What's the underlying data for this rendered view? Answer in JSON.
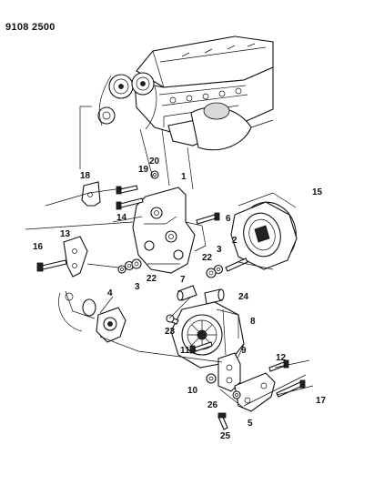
{
  "doc_id": "9108 2500",
  "callouts": {
    "c1": "1",
    "c2": "2",
    "c3a": "3",
    "c3b": "3",
    "c4": "4",
    "c5": "5",
    "c6": "6",
    "c7": "7",
    "c8": "8",
    "c9": "9",
    "c10": "10",
    "c11": "11",
    "c12": "12",
    "c13": "13",
    "c14": "14",
    "c15": "15",
    "c16": "16",
    "c17": "17",
    "c18": "18",
    "c19": "19",
    "c20": "20",
    "c22a": "22",
    "c22b": "22",
    "c23": "23",
    "c24": "24",
    "c25": "25",
    "c26": "26"
  }
}
